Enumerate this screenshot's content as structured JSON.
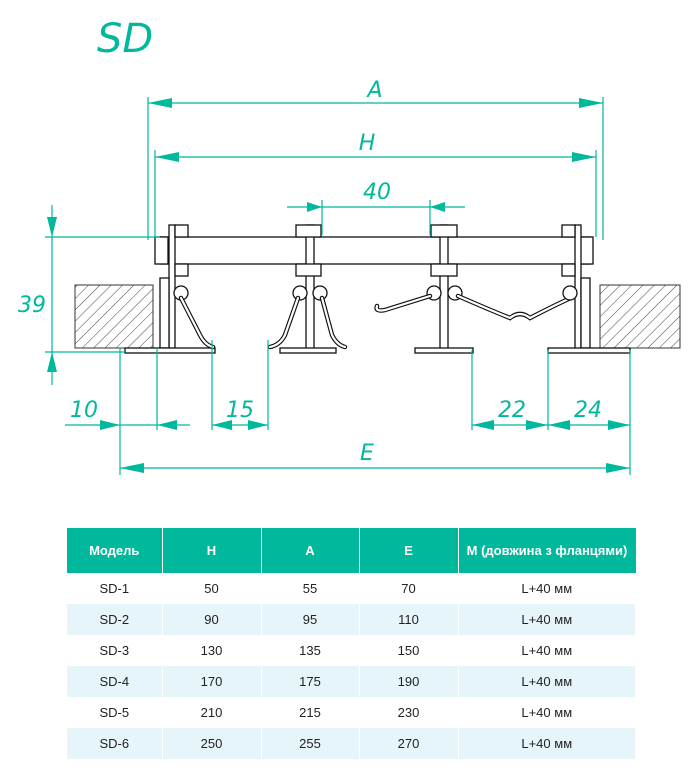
{
  "title": "SD",
  "dimensions": {
    "A": "A",
    "H": "H",
    "pitch": "40",
    "height": "39",
    "d10": "10",
    "d15": "15",
    "d22": "22",
    "d24": "24",
    "E": "E"
  },
  "colors": {
    "accent": "#00b89c",
    "row_alt": "#e6f5fa"
  },
  "table": {
    "headers": [
      "Модель",
      "H",
      "A",
      "E",
      "M (довжина з фланцями)"
    ],
    "rows": [
      [
        "SD-1",
        "50",
        "55",
        "70",
        "L+40 мм"
      ],
      [
        "SD-2",
        "90",
        "95",
        "110",
        "L+40 мм"
      ],
      [
        "SD-3",
        "130",
        "135",
        "150",
        "L+40 мм"
      ],
      [
        "SD-4",
        "170",
        "175",
        "190",
        "L+40 мм"
      ],
      [
        "SD-5",
        "210",
        "215",
        "230",
        "L+40 мм"
      ],
      [
        "SD-6",
        "250",
        "255",
        "270",
        "L+40 мм"
      ]
    ]
  }
}
